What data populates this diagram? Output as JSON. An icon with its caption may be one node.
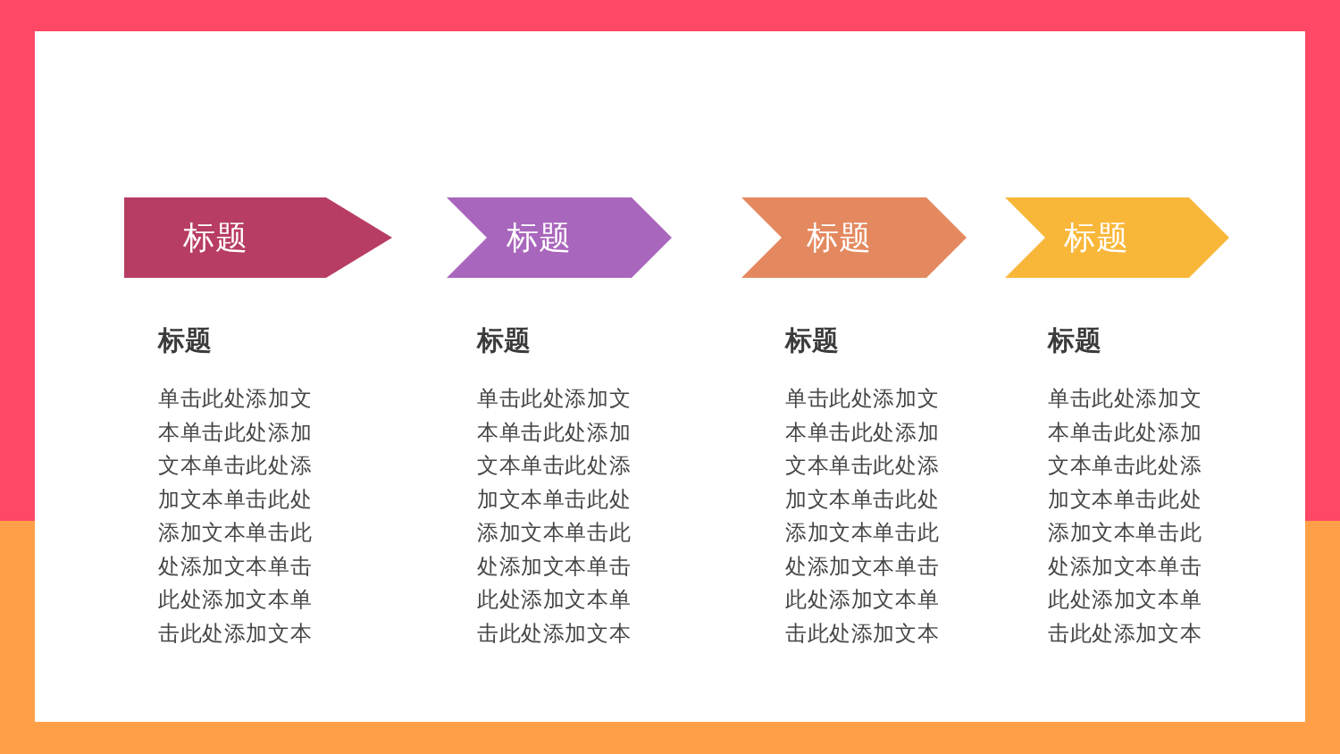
{
  "diagram": {
    "nodes": [
      {
        "text": [
          "标题"
        ],
        "beside": [
          "标题",
          "单击此处添加文本单击此处添加文本单击此处添加文本单击此处添加文本单击此处添加文本单击此处添加文本单击此处添加文本"
        ]
      },
      {
        "text": [
          "标题"
        ],
        "beside": [
          "标题",
          "单击此处添加文本单击此处添加文本单击此处添加文本单击此处添加文本单击此处添加文本单击此处添加文本单击此处添加文本"
        ]
      },
      {
        "text": [
          "标题"
        ],
        "beside": [
          "标题",
          "单击此处添加文本单击此处添加文本单击此处添加文本单击此处添加文本单击此处添加文本单击此处添加文本单击此处添加文本"
        ]
      },
      {
        "text": [
          "标题"
        ],
        "beside": [
          "标题",
          "单击此处添加文本单击此处添加文本单击此处添加文本单击此处添加文本单击此处添加文本单击此处添加文本单击此处添加文本"
        ]
      }
    ]
  }
}
